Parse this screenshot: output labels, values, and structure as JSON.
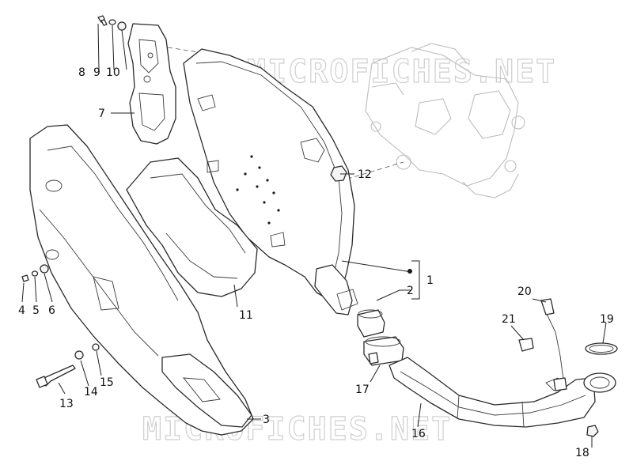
{
  "watermark": "MICROFICHES.NET",
  "callouts": [
    {
      "id": "1",
      "label": "1"
    },
    {
      "id": "2",
      "label": "2"
    },
    {
      "id": "3",
      "label": "3"
    },
    {
      "id": "4",
      "label": "4"
    },
    {
      "id": "5",
      "label": "5"
    },
    {
      "id": "6",
      "label": "6"
    },
    {
      "id": "7",
      "label": "7"
    },
    {
      "id": "8",
      "label": "8"
    },
    {
      "id": "9",
      "label": "9"
    },
    {
      "id": "10",
      "label": "10"
    },
    {
      "id": "11",
      "label": "11"
    },
    {
      "id": "12",
      "label": "12"
    },
    {
      "id": "13",
      "label": "13"
    },
    {
      "id": "14",
      "label": "14"
    },
    {
      "id": "15",
      "label": "15"
    },
    {
      "id": "16",
      "label": "16"
    },
    {
      "id": "17",
      "label": "17"
    },
    {
      "id": "18",
      "label": "18"
    },
    {
      "id": "19",
      "label": "19"
    },
    {
      "id": "20",
      "label": "20"
    },
    {
      "id": "21",
      "label": "21"
    }
  ],
  "colors": {
    "line": "#2a2a2a",
    "ghost": "#bdbdbd",
    "watermark": "#cfcfcf"
  }
}
